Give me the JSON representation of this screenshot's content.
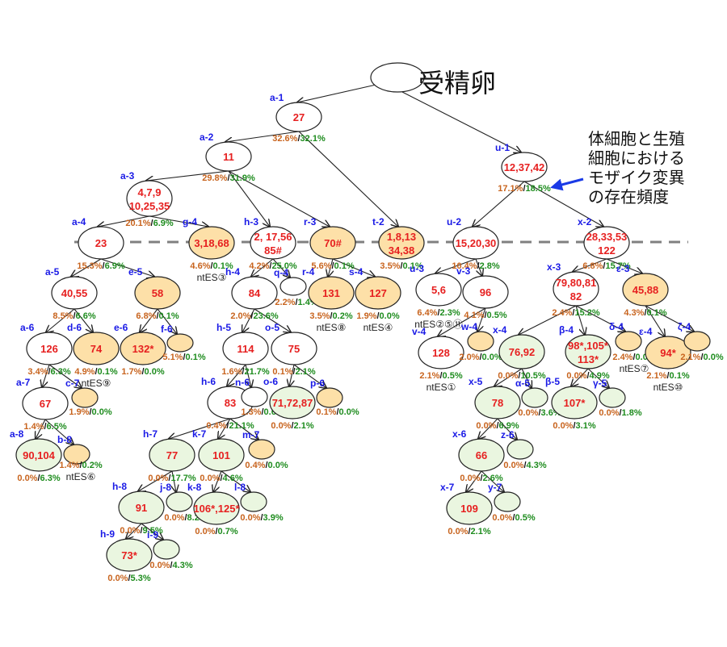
{
  "title": "受精卵",
  "annotation": {
    "lines": [
      "体細胞と生殖",
      "細胞における",
      "モザイク変異",
      "の存在頻度"
    ]
  },
  "legend_colors": {
    "node_white": "#ffffff",
    "node_orange": "#fde0a8",
    "node_green": "#eaf6e0",
    "label_blue": "#1a1ae6",
    "ids_red": "#e62020",
    "somatic_pct": "#c8641e",
    "germ_pct": "#1e8c1e",
    "arrow_blue": "#1a3ae6"
  },
  "nodes": [
    {
      "key": "root",
      "label": "",
      "ids": [],
      "somatic": "",
      "germ": "",
      "fill": "white",
      "parent": null
    },
    {
      "key": "a-1",
      "label": "a-1",
      "ids": [
        "27"
      ],
      "somatic": "32.6%",
      "germ": "32.1%",
      "fill": "white",
      "parent": "root"
    },
    {
      "key": "a-2",
      "label": "a-2",
      "ids": [
        "11"
      ],
      "somatic": "29.8%",
      "germ": "31.9%",
      "fill": "white",
      "parent": "a-1"
    },
    {
      "key": "a-3",
      "label": "a-3",
      "ids": [
        "4,7,9",
        "10,25,35"
      ],
      "somatic": "20.1%",
      "germ": "6.9%",
      "fill": "white",
      "parent": "a-2"
    },
    {
      "key": "a-4",
      "label": "a-4",
      "ids": [
        "23"
      ],
      "somatic": "15.3%",
      "germ": "6.9%",
      "fill": "white",
      "parent": "a-3"
    },
    {
      "key": "g-4",
      "label": "g-4",
      "ids": [
        "3,18,68"
      ],
      "somatic": "4.6%",
      "germ": "0.1%",
      "fill": "orange",
      "parent": "a-3",
      "ntes": "ntES③"
    },
    {
      "key": "h-3",
      "label": "h-3",
      "ids": [
        "2, 17,56",
        "85#"
      ],
      "somatic": "4.2%",
      "germ": "25.0%",
      "fill": "white",
      "parent": "a-2"
    },
    {
      "key": "r-3",
      "label": "r-3",
      "ids": [
        "70#"
      ],
      "somatic": "5.6%",
      "germ": "0.1%",
      "fill": "orange",
      "parent": "a-2"
    },
    {
      "key": "t-2",
      "label": "t-2",
      "ids": [
        "1,8,13",
        "34,38"
      ],
      "somatic": "3.5%",
      "germ": "0.1%",
      "fill": "orange",
      "parent": "a-1"
    },
    {
      "key": "u-1",
      "label": "u-1",
      "ids": [
        "12,37,42"
      ],
      "somatic": "17.1%",
      "germ": "18.5%",
      "fill": "white",
      "parent": "root"
    },
    {
      "key": "u-2",
      "label": "u-2",
      "ids": [
        "15,20,30"
      ],
      "somatic": "10.4%",
      "germ": "2.8%",
      "fill": "white",
      "parent": "u-1"
    },
    {
      "key": "x-2",
      "label": "x-2",
      "ids": [
        "28,33,53",
        "122"
      ],
      "somatic": "6.8%",
      "germ": "15.7%",
      "fill": "white",
      "parent": "u-1"
    },
    {
      "key": "a-5",
      "label": "a-5",
      "ids": [
        "40,55"
      ],
      "somatic": "8.5%",
      "germ": "6.6%",
      "fill": "white",
      "parent": "a-4"
    },
    {
      "key": "e-5",
      "label": "e-5",
      "ids": [
        "58"
      ],
      "somatic": "6.8%",
      "germ": "0.1%",
      "fill": "orange",
      "parent": "a-4"
    },
    {
      "key": "h-4",
      "label": "h-4",
      "ids": [
        "84"
      ],
      "somatic": "2.0%",
      "germ": "23.6%",
      "fill": "white",
      "parent": "h-3"
    },
    {
      "key": "q-4",
      "label": "q-4",
      "ids": [],
      "somatic": "2.2%",
      "germ": "1.4%",
      "fill": "white",
      "parent": "h-3"
    },
    {
      "key": "r-4",
      "label": "r-4",
      "ids": [
        "131"
      ],
      "somatic": "3.5%",
      "germ": "0.2%",
      "fill": "orange",
      "parent": "r-3",
      "ntes": "ntES⑧"
    },
    {
      "key": "s-4",
      "label": "s-4",
      "ids": [
        "127"
      ],
      "somatic": "1.9%",
      "germ": "0.0%",
      "fill": "orange",
      "parent": "r-3",
      "ntes": "ntES④"
    },
    {
      "key": "u-3",
      "label": "u-3",
      "ids": [
        "5,6"
      ],
      "somatic": "6.4%",
      "germ": "2.3%",
      "fill": "white",
      "parent": "u-2",
      "ntes": "ntES②⑤⑪"
    },
    {
      "key": "v-3",
      "label": "v-3",
      "ids": [
        "96"
      ],
      "somatic": "4.1%",
      "germ": "0.5%",
      "fill": "white",
      "parent": "u-2"
    },
    {
      "key": "x-3",
      "label": "x-3",
      "ids": [
        "79,80,81",
        "82"
      ],
      "somatic": "2.4%",
      "germ": "15.2%",
      "fill": "white",
      "parent": "x-2"
    },
    {
      "key": "ε-3",
      "label": "ε-3",
      "ids": [
        "45,88"
      ],
      "somatic": "4.3%",
      "germ": "0.1%",
      "fill": "orange",
      "parent": "x-2"
    },
    {
      "key": "a-6",
      "label": "a-6",
      "ids": [
        "126"
      ],
      "somatic": "3.4%",
      "germ": "6.3%",
      "fill": "white",
      "parent": "a-5"
    },
    {
      "key": "d-6",
      "label": "d-6",
      "ids": [
        "74"
      ],
      "somatic": "4.9%",
      "germ": "0.1%",
      "fill": "orange",
      "parent": "a-5",
      "ntes": "ntES⑨"
    },
    {
      "key": "e-6",
      "label": "e-6",
      "ids": [
        "132*"
      ],
      "somatic": "1.7%",
      "germ": "0.0%",
      "fill": "orange",
      "parent": "e-5"
    },
    {
      "key": "f-6",
      "label": "f-6",
      "ids": [],
      "somatic": "5.1%",
      "germ": "0.1%",
      "fill": "orange",
      "parent": "e-5"
    },
    {
      "key": "h-5",
      "label": "h-5",
      "ids": [
        "114"
      ],
      "somatic": "1.6%",
      "germ": "21.7%",
      "fill": "white",
      "parent": "h-4"
    },
    {
      "key": "o-5",
      "label": "o-5",
      "ids": [
        "75"
      ],
      "somatic": "0.1%",
      "germ": "2.1%",
      "fill": "white",
      "parent": "h-4"
    },
    {
      "key": "v-4",
      "label": "v-4",
      "ids": [
        "128"
      ],
      "somatic": "2.1%",
      "germ": "0.5%",
      "fill": "white",
      "parent": "v-3",
      "ntes": "ntES①"
    },
    {
      "key": "w-4",
      "label": "w-4",
      "ids": [],
      "somatic": "2.0%",
      "germ": "0.0%",
      "fill": "orange",
      "parent": "v-3"
    },
    {
      "key": "x-4",
      "label": "x-4",
      "ids": [
        "76,92"
      ],
      "somatic": "0.0%",
      "germ": "10.5%",
      "fill": "green",
      "parent": "x-3"
    },
    {
      "key": "β-4",
      "label": "β-4",
      "ids": [
        "98*,105*",
        "113*"
      ],
      "somatic": "0.0%",
      "germ": "4.9%",
      "fill": "green",
      "parent": "x-3"
    },
    {
      "key": "δ-4",
      "label": "δ-4",
      "ids": [],
      "somatic": "2.4%",
      "germ": "0.0%",
      "fill": "orange",
      "parent": "x-3",
      "ntes": "ntES⑦"
    },
    {
      "key": "ε-4",
      "label": "ε-4",
      "ids": [
        "94*"
      ],
      "somatic": "2.1%",
      "germ": "0.1%",
      "fill": "orange",
      "parent": "ε-3",
      "ntes": "ntES⑩"
    },
    {
      "key": "ζ-4",
      "label": "ζ-4",
      "ids": [],
      "somatic": "2.1%",
      "germ": "0.0%",
      "fill": "orange",
      "parent": "ε-3"
    },
    {
      "key": "a-7",
      "label": "a-7",
      "ids": [
        "67"
      ],
      "somatic": "1.4%",
      "germ": "6.5%",
      "fill": "white",
      "parent": "a-6"
    },
    {
      "key": "c-7",
      "label": "c-7",
      "ids": [],
      "somatic": "1.9%",
      "germ": "0.0%",
      "fill": "orange",
      "parent": "a-6"
    },
    {
      "key": "h-6",
      "label": "h-6",
      "ids": [
        "83"
      ],
      "somatic": "0.4%",
      "germ": "21.1%",
      "fill": "white",
      "parent": "h-5"
    },
    {
      "key": "n-6",
      "label": "n-6",
      "ids": [],
      "somatic": "1.3%",
      "germ": "0.6%",
      "fill": "white",
      "parent": "h-5"
    },
    {
      "key": "o-6",
      "label": "o-6",
      "ids": [
        "71,72,87"
      ],
      "somatic": "0.0%",
      "germ": "2.1%",
      "fill": "green",
      "parent": "o-5"
    },
    {
      "key": "p-6",
      "label": "p-6",
      "ids": [],
      "somatic": "0.1%",
      "germ": "0.0%",
      "fill": "orange",
      "parent": "o-5"
    },
    {
      "key": "x-5",
      "label": "x-5",
      "ids": [
        "78"
      ],
      "somatic": "0.0%",
      "germ": "6.9%",
      "fill": "green",
      "parent": "x-4"
    },
    {
      "key": "α-5",
      "label": "α-5",
      "ids": [],
      "somatic": "0.0%",
      "germ": "3.6%",
      "fill": "green",
      "parent": "x-4"
    },
    {
      "key": "β-5",
      "label": "β-5",
      "ids": [
        "107*"
      ],
      "somatic": "0.0%",
      "germ": "3.1%",
      "fill": "green",
      "parent": "β-4"
    },
    {
      "key": "γ-5",
      "label": "γ-5",
      "ids": [],
      "somatic": "0.0%",
      "germ": "1.8%",
      "fill": "green",
      "parent": "β-4"
    },
    {
      "key": "a-8",
      "label": "a-8",
      "ids": [
        "90,104"
      ],
      "somatic": "0.0%",
      "germ": "6.3%",
      "fill": "green",
      "parent": "a-7"
    },
    {
      "key": "b-8",
      "label": "b-8",
      "ids": [],
      "somatic": "1.4%",
      "germ": "0.2%",
      "fill": "orange",
      "parent": "a-7",
      "ntes": "ntES⑥"
    },
    {
      "key": "h-7",
      "label": "h-7",
      "ids": [
        "77"
      ],
      "somatic": "0.0%",
      "germ": "17.7%",
      "fill": "green",
      "parent": "h-6"
    },
    {
      "key": "k-7",
      "label": "k-7",
      "ids": [
        "101"
      ],
      "somatic": "0.0%",
      "germ": "4.6%",
      "fill": "green",
      "parent": "h-6"
    },
    {
      "key": "m-7",
      "label": "m-7",
      "ids": [],
      "somatic": "0.4%",
      "germ": "0.0%",
      "fill": "orange",
      "parent": "h-6"
    },
    {
      "key": "x-6",
      "label": "x-6",
      "ids": [
        "66"
      ],
      "somatic": "0.0%",
      "germ": "2.6%",
      "fill": "green",
      "parent": "x-5"
    },
    {
      "key": "z-6",
      "label": "z-6",
      "ids": [],
      "somatic": "0.0%",
      "germ": "4.3%",
      "fill": "green",
      "parent": "x-5"
    },
    {
      "key": "h-8",
      "label": "h-8",
      "ids": [
        "91"
      ],
      "somatic": "0.0%",
      "germ": "9.5%",
      "fill": "green",
      "parent": "h-7"
    },
    {
      "key": "j-8",
      "label": "j-8",
      "ids": [],
      "somatic": "0.0%",
      "germ": "8.2%",
      "fill": "green",
      "parent": "h-7"
    },
    {
      "key": "k-8",
      "label": "k-8",
      "ids": [
        "106*,125*"
      ],
      "somatic": "0.0%",
      "germ": "0.7%",
      "fill": "green",
      "parent": "k-7"
    },
    {
      "key": "l-8",
      "label": "l-8",
      "ids": [],
      "somatic": "0.0%",
      "germ": "3.9%",
      "fill": "green",
      "parent": "k-7"
    },
    {
      "key": "x-7",
      "label": "x-7",
      "ids": [
        "109"
      ],
      "somatic": "0.0%",
      "germ": "2.1%",
      "fill": "green",
      "parent": "x-6"
    },
    {
      "key": "y-7",
      "label": "y-7",
      "ids": [],
      "somatic": "0.0%",
      "germ": "0.5%",
      "fill": "green",
      "parent": "x-6"
    },
    {
      "key": "h-9",
      "label": "h-9",
      "ids": [
        "73*"
      ],
      "somatic": "0.0%",
      "germ": "5.3%",
      "fill": "green",
      "parent": "h-8"
    },
    {
      "key": "i-9",
      "label": "i-9",
      "ids": [],
      "somatic": "0.0%",
      "germ": "4.3%",
      "fill": "green",
      "parent": "h-8"
    }
  ]
}
